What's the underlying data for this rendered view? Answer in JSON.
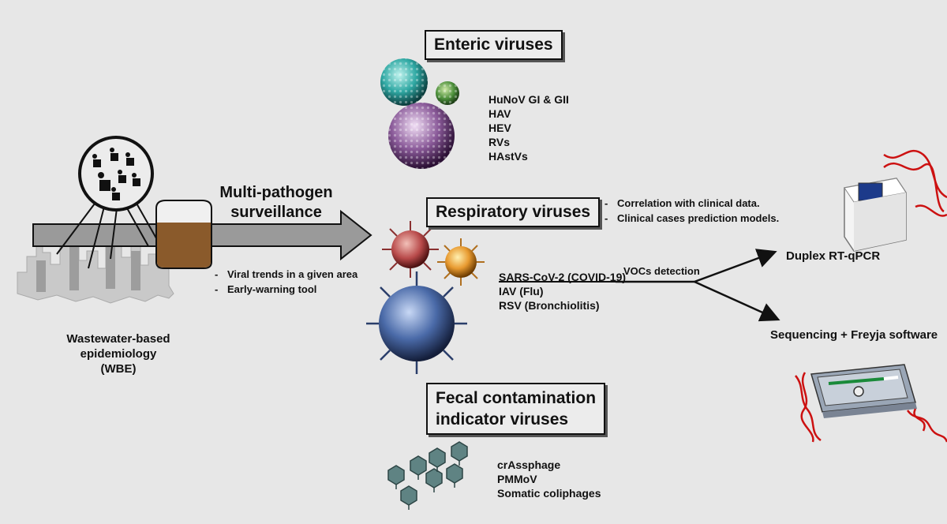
{
  "wbe": {
    "title_lines": [
      "Wastewater-based",
      "epidemiology",
      "(WBE)"
    ],
    "arrow_label_lines": [
      "Multi-pathogen",
      "surveillance"
    ],
    "bullets": [
      "Viral trends in a given area",
      "Early-warning tool"
    ]
  },
  "enteric": {
    "title": "Enteric viruses",
    "items": [
      "HuNoV GI & GII",
      "HAV",
      "HEV",
      "RVs",
      "HAstVs"
    ]
  },
  "respiratory": {
    "title": "Respiratory viruses",
    "notes": [
      "Correlation with clinical data.",
      "Clinical cases prediction models."
    ],
    "items": [
      "SARS-CoV-2 (COVID-19)",
      "IAV (Flu)",
      "RSV (Bronchiolitis)"
    ],
    "vocs_label": "VOCs detection"
  },
  "fecal": {
    "title_lines": [
      "Fecal contamination",
      "indicator viruses"
    ],
    "items": [
      "crAssphage",
      "PMMoV",
      "Somatic coliphages"
    ]
  },
  "methods": {
    "rtqpcr": "Duplex RT-qPCR",
    "sequencing": "Sequencing + Freyja software"
  },
  "colors": {
    "background": "#e7e7e7",
    "arrow": "#9a9a9a",
    "wastewater": "#8a5a2b",
    "dna": "#cc1111",
    "enteric_teal": "#3cb6b0",
    "enteric_green": "#5aa04a",
    "enteric_purple": "#7a4a8a",
    "resp_red": "#c05050",
    "resp_orange": "#e89a30",
    "resp_blue": "#3a5a9a",
    "phage": "#5a7a7a"
  }
}
